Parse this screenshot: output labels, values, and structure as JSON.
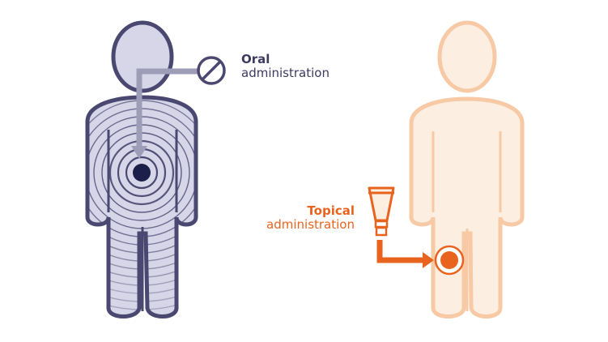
{
  "oral": {
    "title": "Oral",
    "subtitle": "administration"
  },
  "topical": {
    "title": "Topical",
    "subtitle": "administration"
  },
  "icons": {
    "oral_route": "prohibited-circle-icon",
    "topical_route": "cream-tube-icon"
  },
  "colors": {
    "oral_outline": "#4a4870",
    "oral_fill": "#d7d6e8",
    "oral_rings": "#4a4870",
    "oral_target": "#1c1f4a",
    "oral_arrow": "#9e9db7",
    "topical_outline": "#f7c9a4",
    "topical_fill": "#fdeee2",
    "topical_accent": "#e8641e"
  }
}
